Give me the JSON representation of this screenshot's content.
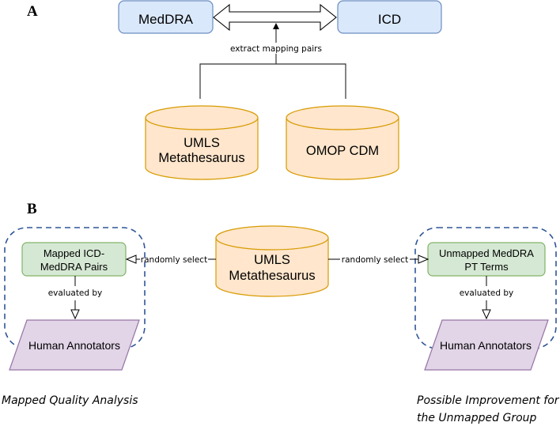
{
  "panel_a": {
    "label": "A",
    "nodes": {
      "meddra": "MedDRA",
      "icd": "ICD",
      "umls_line1": "UMLS",
      "umls_line2": "Metathesaurus",
      "omop": "OMOP CDM"
    },
    "edge_label": "extract mapping pairs"
  },
  "panel_b": {
    "label": "B",
    "center": {
      "line1": "UMLS",
      "line2": "Metathesaurus"
    },
    "left_group": {
      "box_line1": "Mapped ICD-",
      "box_line2": "MedDRA Pairs",
      "select_label": "randomly select",
      "eval_label": "evaluated by",
      "annotators": "Human Annotators",
      "caption": "Mapped Quality Analysis"
    },
    "right_group": {
      "box_line1": "Unmapped MedDRA",
      "box_line2": "PT Terms",
      "select_label": "randomly select",
      "eval_label": "evaluated by",
      "annotators": "Human Annotators",
      "caption_line1": "Possible Improvement for",
      "caption_line2": "the Unmapped Group"
    }
  },
  "colors": {
    "blue_fill": "#dae8fc",
    "blue_stroke": "#6c8ebf",
    "orange_fill": "#ffe6cc",
    "orange_stroke": "#d79b00",
    "green_fill": "#d5e8d4",
    "green_stroke": "#82b366",
    "purple_fill": "#e1d5e7",
    "purple_stroke": "#9673a6",
    "dash_stroke": "#2f5597"
  }
}
